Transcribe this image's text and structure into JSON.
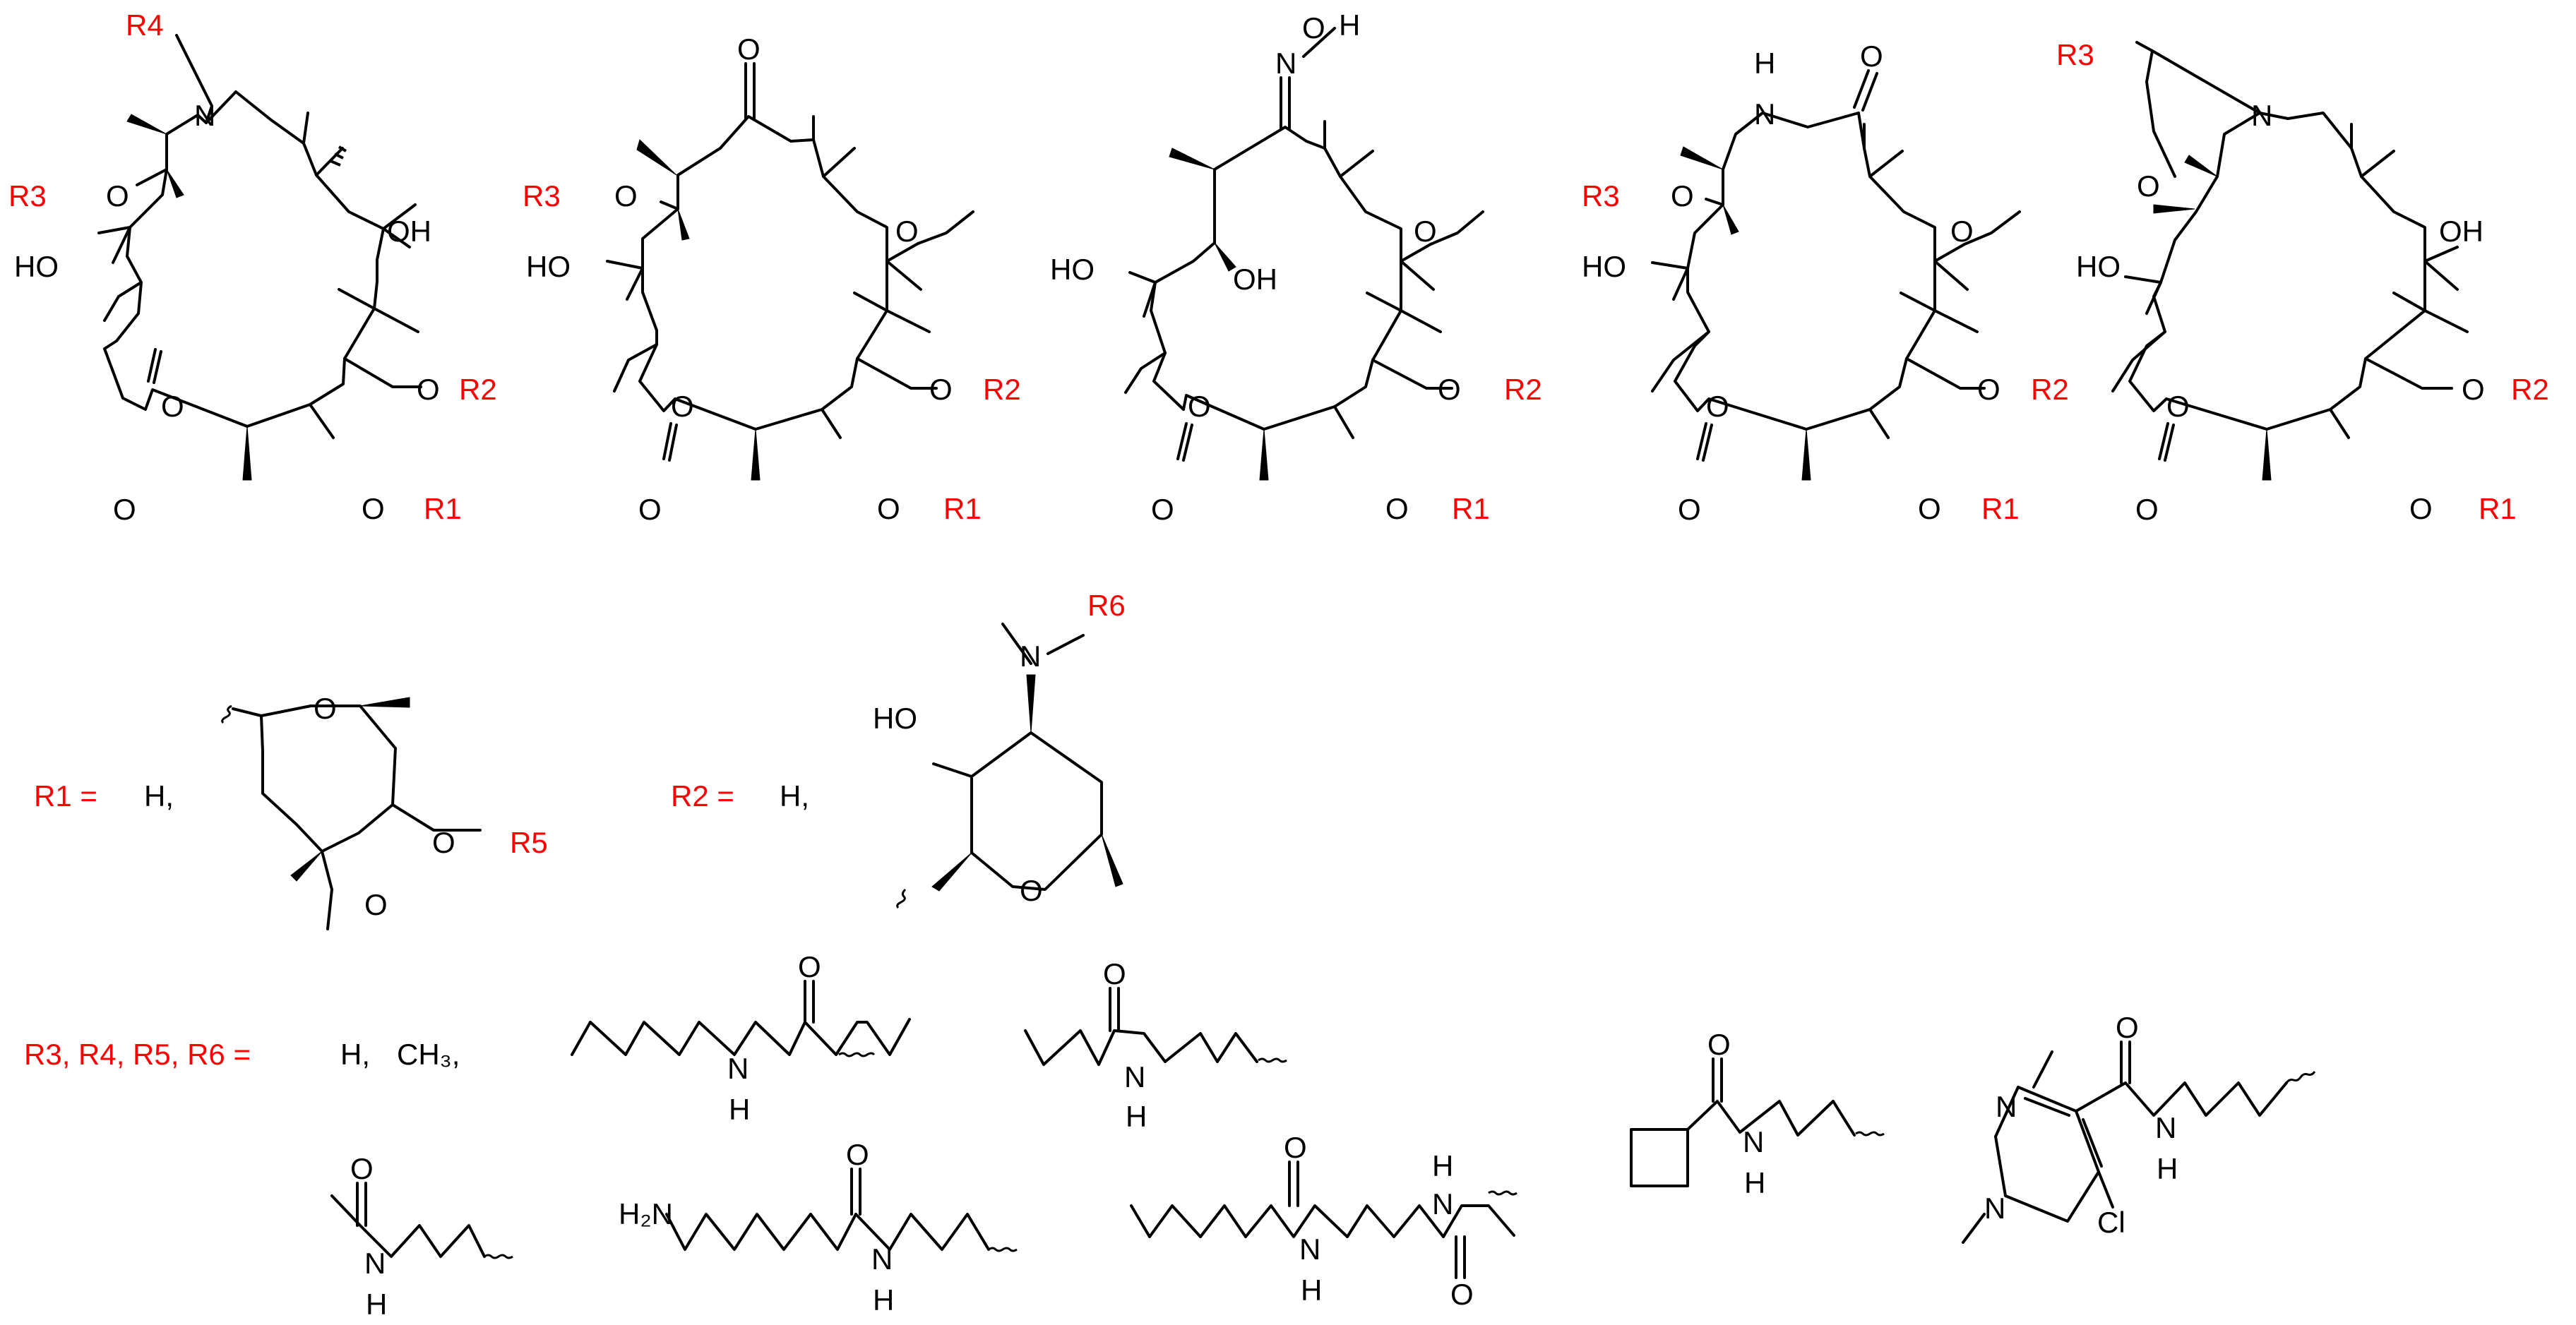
{
  "colors": {
    "r_group": "#ff0000",
    "structure": "#000000",
    "background": "#ffffff"
  },
  "atoms": {
    "O": "O",
    "N": "N",
    "H": "H",
    "OH": "OH",
    "HO": "HO",
    "Cl": "Cl",
    "H2N": "H₂N"
  },
  "r_labels": {
    "R1": "R1",
    "R2": "R2",
    "R3": "R3",
    "R4": "R4",
    "R5": "R5",
    "R6": "R6"
  },
  "definitions": {
    "r1_label": "R1 =",
    "r1_h": "H,",
    "r2_label": "R2 =",
    "r2_h": "H,",
    "r3456_label": "R3, R4, R5, R6 =",
    "r3456_h": "H,",
    "r3456_ch3": "CH₃,"
  }
}
